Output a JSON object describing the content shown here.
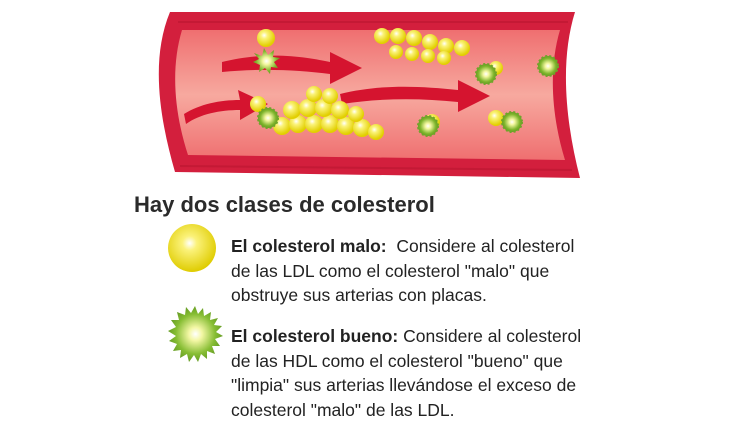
{
  "illustration": {
    "subject": "artery-with-cholesterol-particles",
    "colors": {
      "vessel_outer": "#d31f3d",
      "vessel_inner": "#f28b86",
      "arrow": "#d5142f",
      "ldl_yellow": "#f0e21b",
      "hdl_green": "#8cc63e"
    }
  },
  "heading": "Hay dos clases de colesterol",
  "items": [
    {
      "icon": "ldl-yellow-particle-icon",
      "lead": "El colesterol malo:",
      "line1": "  Considere al colesterol",
      "line2": "de las LDL como el colesterol \"malo\" que",
      "line3": "obstruye sus arterias con placas."
    },
    {
      "icon": "hdl-green-particle-icon",
      "lead": "El colesterol bueno:",
      "line1": " Considere al colesterol",
      "line2": "de las HDL como el colesterol \"bueno\" que",
      "line3": "\"limpia\" sus arterias llevándose el exceso de",
      "line4": "colesterol \"malo\" de las LDL."
    }
  ]
}
